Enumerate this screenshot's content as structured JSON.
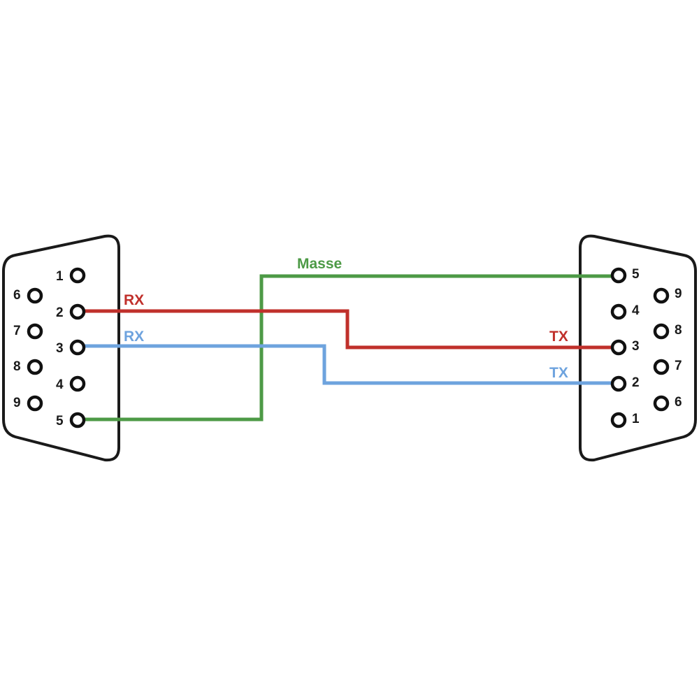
{
  "colors": {
    "red": "#c0302b",
    "blue": "#6ea3de",
    "green": "#4d9a46",
    "outline": "#1a1a1a"
  },
  "left_connector": {
    "pins": [
      {
        "number": "1"
      },
      {
        "number": "2"
      },
      {
        "number": "3"
      },
      {
        "number": "4"
      },
      {
        "number": "5"
      },
      {
        "number": "6"
      },
      {
        "number": "7"
      },
      {
        "number": "8"
      },
      {
        "number": "9"
      }
    ]
  },
  "right_connector": {
    "pins": [
      {
        "number": "5"
      },
      {
        "number": "4"
      },
      {
        "number": "3"
      },
      {
        "number": "2"
      },
      {
        "number": "1"
      },
      {
        "number": "9"
      },
      {
        "number": "8"
      },
      {
        "number": "7"
      },
      {
        "number": "6"
      }
    ]
  },
  "wires": [
    {
      "color": "red",
      "from_pin": "2",
      "to_pin": "3",
      "label_left": "RX",
      "label_right": "TX"
    },
    {
      "color": "blue",
      "from_pin": "3",
      "to_pin": "2",
      "label_left": "RX",
      "label_right": "TX"
    },
    {
      "color": "green",
      "from_pin": "5",
      "to_pin": "5",
      "label": "Masse"
    }
  ]
}
